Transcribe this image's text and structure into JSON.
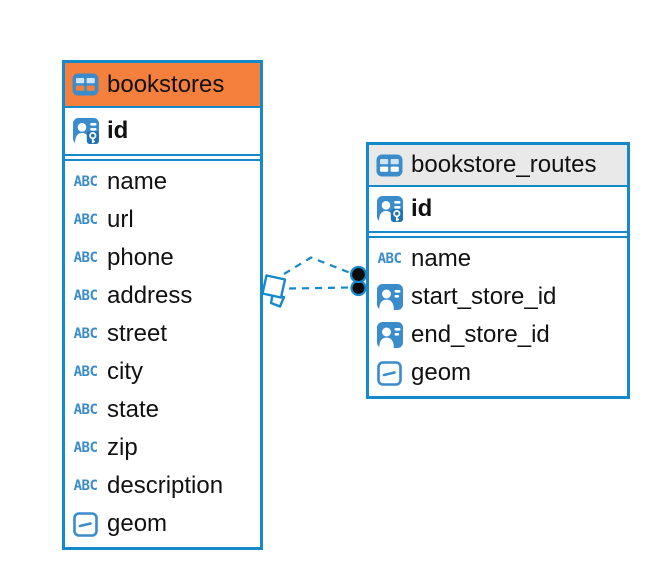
{
  "diagram": {
    "colors": {
      "accent_blue": "#1589ca",
      "icon_blue": "#3a8ccb",
      "icon_blue_dark": "#2273b2",
      "header_orange": "#f5803e",
      "header_gray": "#e9e9e9",
      "row_text": "#111111",
      "canvas_bg": "#ffffff",
      "endpoint_black": "#0b0b0b"
    },
    "icon_labels": {
      "text": "ABC"
    },
    "tables": [
      {
        "title": "bookstores",
        "header_style": "orange",
        "key_columns": [
          {
            "label": "id",
            "icon": "pk"
          }
        ],
        "columns": [
          {
            "label": "name",
            "icon": "text"
          },
          {
            "label": "url",
            "icon": "text"
          },
          {
            "label": "phone",
            "icon": "text"
          },
          {
            "label": "address",
            "icon": "text"
          },
          {
            "label": "street",
            "icon": "text"
          },
          {
            "label": "city",
            "icon": "text"
          },
          {
            "label": "state",
            "icon": "text"
          },
          {
            "label": "zip",
            "icon": "text"
          },
          {
            "label": "description",
            "icon": "text"
          },
          {
            "label": "geom",
            "icon": "geom"
          }
        ]
      },
      {
        "title": "bookstore_routes",
        "header_style": "gray",
        "key_columns": [
          {
            "label": "id",
            "icon": "pk"
          }
        ],
        "columns": [
          {
            "label": "name",
            "icon": "text"
          },
          {
            "label": "start_store_id",
            "icon": "fk"
          },
          {
            "label": "end_store_id",
            "icon": "fk"
          },
          {
            "label": "geom",
            "icon": "geom"
          }
        ]
      }
    ],
    "relationships": [
      {
        "from_table": "bookstores",
        "to_table": "bookstore_routes",
        "line_style": "dashed",
        "source_marker": "diamond",
        "target_marker": "filled-dot"
      },
      {
        "from_table": "bookstores",
        "to_table": "bookstore_routes",
        "line_style": "dashed",
        "source_marker": "diamond",
        "target_marker": "filled-dot"
      }
    ]
  }
}
